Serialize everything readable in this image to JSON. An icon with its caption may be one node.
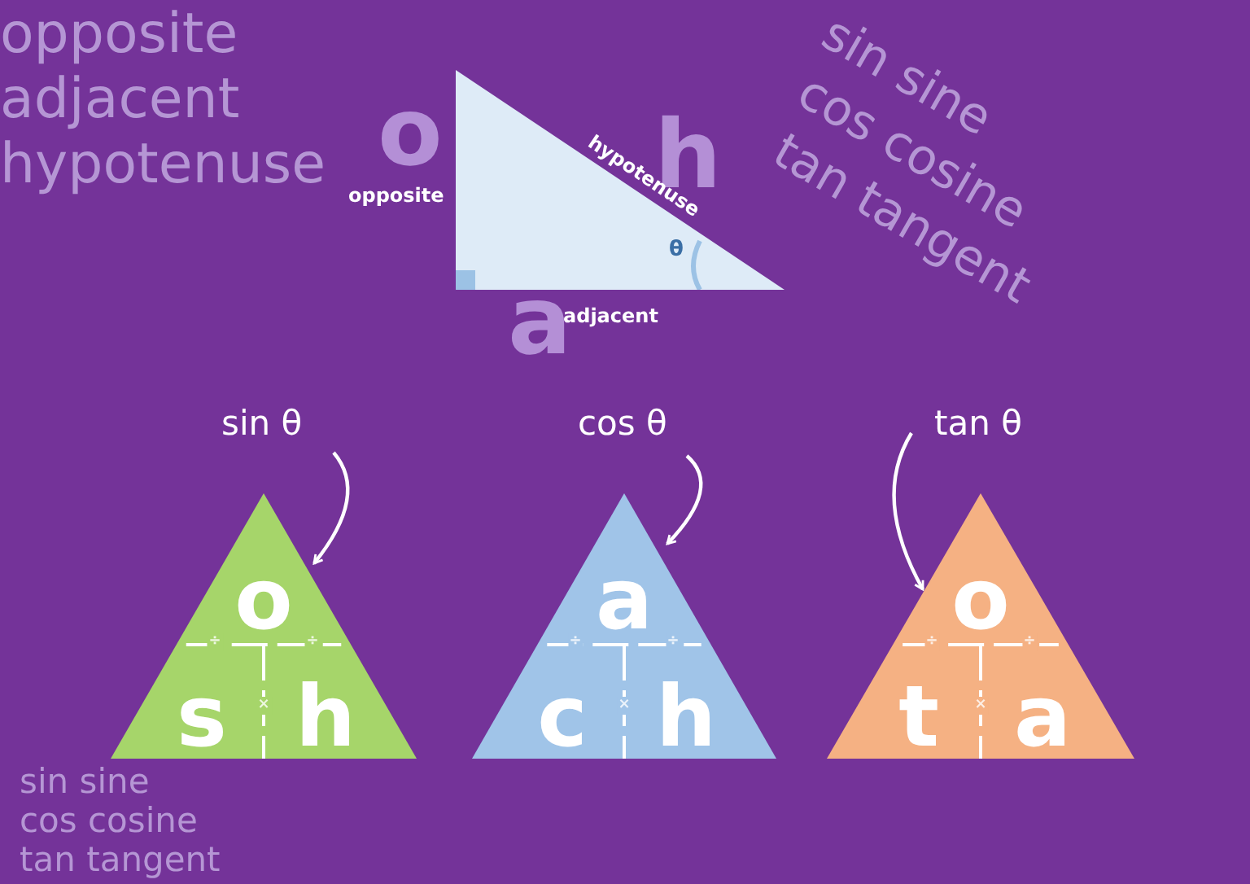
{
  "diagram": {
    "nodes": [
      {
        "text": [
          "hypotenuse",
          "θ"
        ],
        "beside": [
          "o",
          "h",
          "opposite",
          "a",
          "adjacent"
        ]
      },
      {
        "text": [
          "sin θ"
        ]
      },
      {
        "text": [
          "o",
          "÷",
          "÷",
          "s",
          "×",
          "h"
        ]
      },
      {
        "text": [
          "cos θ"
        ]
      },
      {
        "text": [
          "a",
          "÷",
          "÷",
          "c",
          "×",
          "h"
        ]
      },
      {
        "text": [
          "tan θ"
        ]
      },
      {
        "text": [
          "o",
          "÷",
          "÷",
          "t",
          "×",
          "a"
        ]
      }
    ],
    "edges": [
      {
        "from": 1,
        "to": 2,
        "arrow": "to"
      },
      {
        "from": 3,
        "to": 4,
        "arrow": "to"
      },
      {
        "from": 5,
        "to": 6,
        "arrow": "to"
      }
    ],
    "labels": [
      "opposite",
      "adjacent",
      "hypotenuse",
      "sin sine",
      "cos cosine",
      "tan tangent",
      "sin sine",
      "cos cosine",
      "tan tangent"
    ]
  }
}
